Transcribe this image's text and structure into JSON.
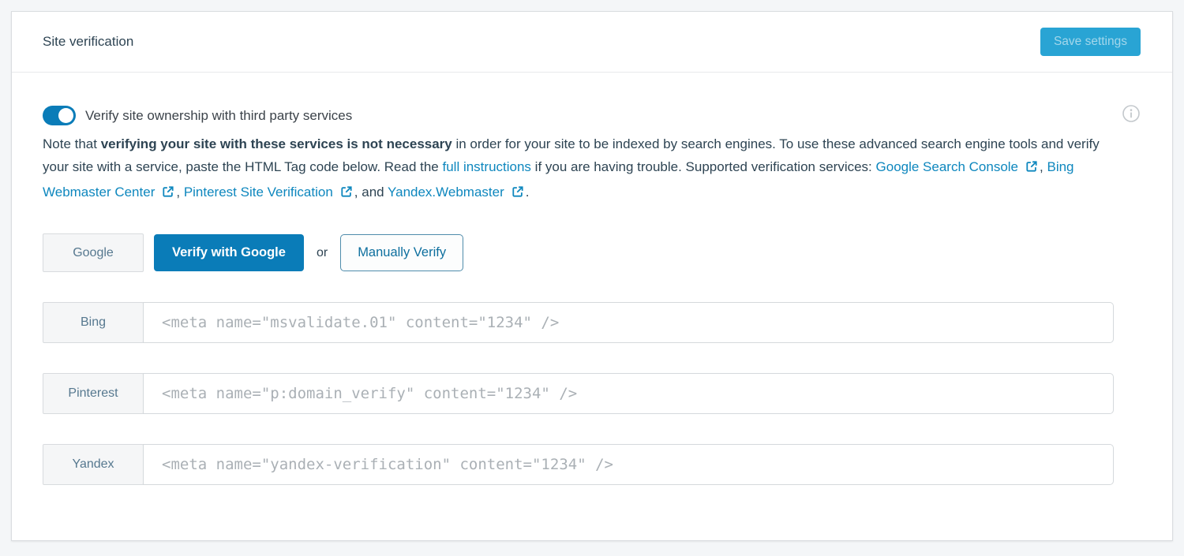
{
  "colors": {
    "primary": "#0a7cb8",
    "link": "#0e87be",
    "save_bg": "#29a4d4",
    "save_text": "#a3d7eb",
    "label_text": "#56788f"
  },
  "header": {
    "title": "Site verification",
    "save_label": "Save settings"
  },
  "toggle": {
    "label": "Verify site ownership with third party services",
    "state": "on"
  },
  "description": {
    "prefix": "Note that ",
    "bold": "verifying your site with these services is not necessary",
    "middle": " in order for your site to be indexed by search engines. To use these advanced search engine tools and verify your site with a service, paste the HTML Tag code below. Read the ",
    "full_instructions_link": "full instructions",
    "after_instructions": " if you are having trouble. Supported verification services: ",
    "service_links": [
      "Google Search Console",
      "Bing Webmaster Center",
      "Pinterest Site Verification",
      "Yandex.Webmaster"
    ],
    "sep1": ", ",
    "sep2": ", ",
    "sep3": ", and ",
    "period": "."
  },
  "google_row": {
    "label": "Google",
    "verify_button": "Verify with Google",
    "or_text": "or",
    "manual_button": "Manually Verify"
  },
  "services": [
    {
      "label": "Bing",
      "value": "",
      "placeholder": "<meta name=\"msvalidate.01\" content=\"1234\" />"
    },
    {
      "label": "Pinterest",
      "value": "",
      "placeholder": "<meta name=\"p:domain_verify\" content=\"1234\" />"
    },
    {
      "label": "Yandex",
      "value": "",
      "placeholder": "<meta name=\"yandex-verification\" content=\"1234\" />"
    }
  ],
  "icons": {
    "external_link": "external-link-icon",
    "info": "info-circle-icon"
  }
}
